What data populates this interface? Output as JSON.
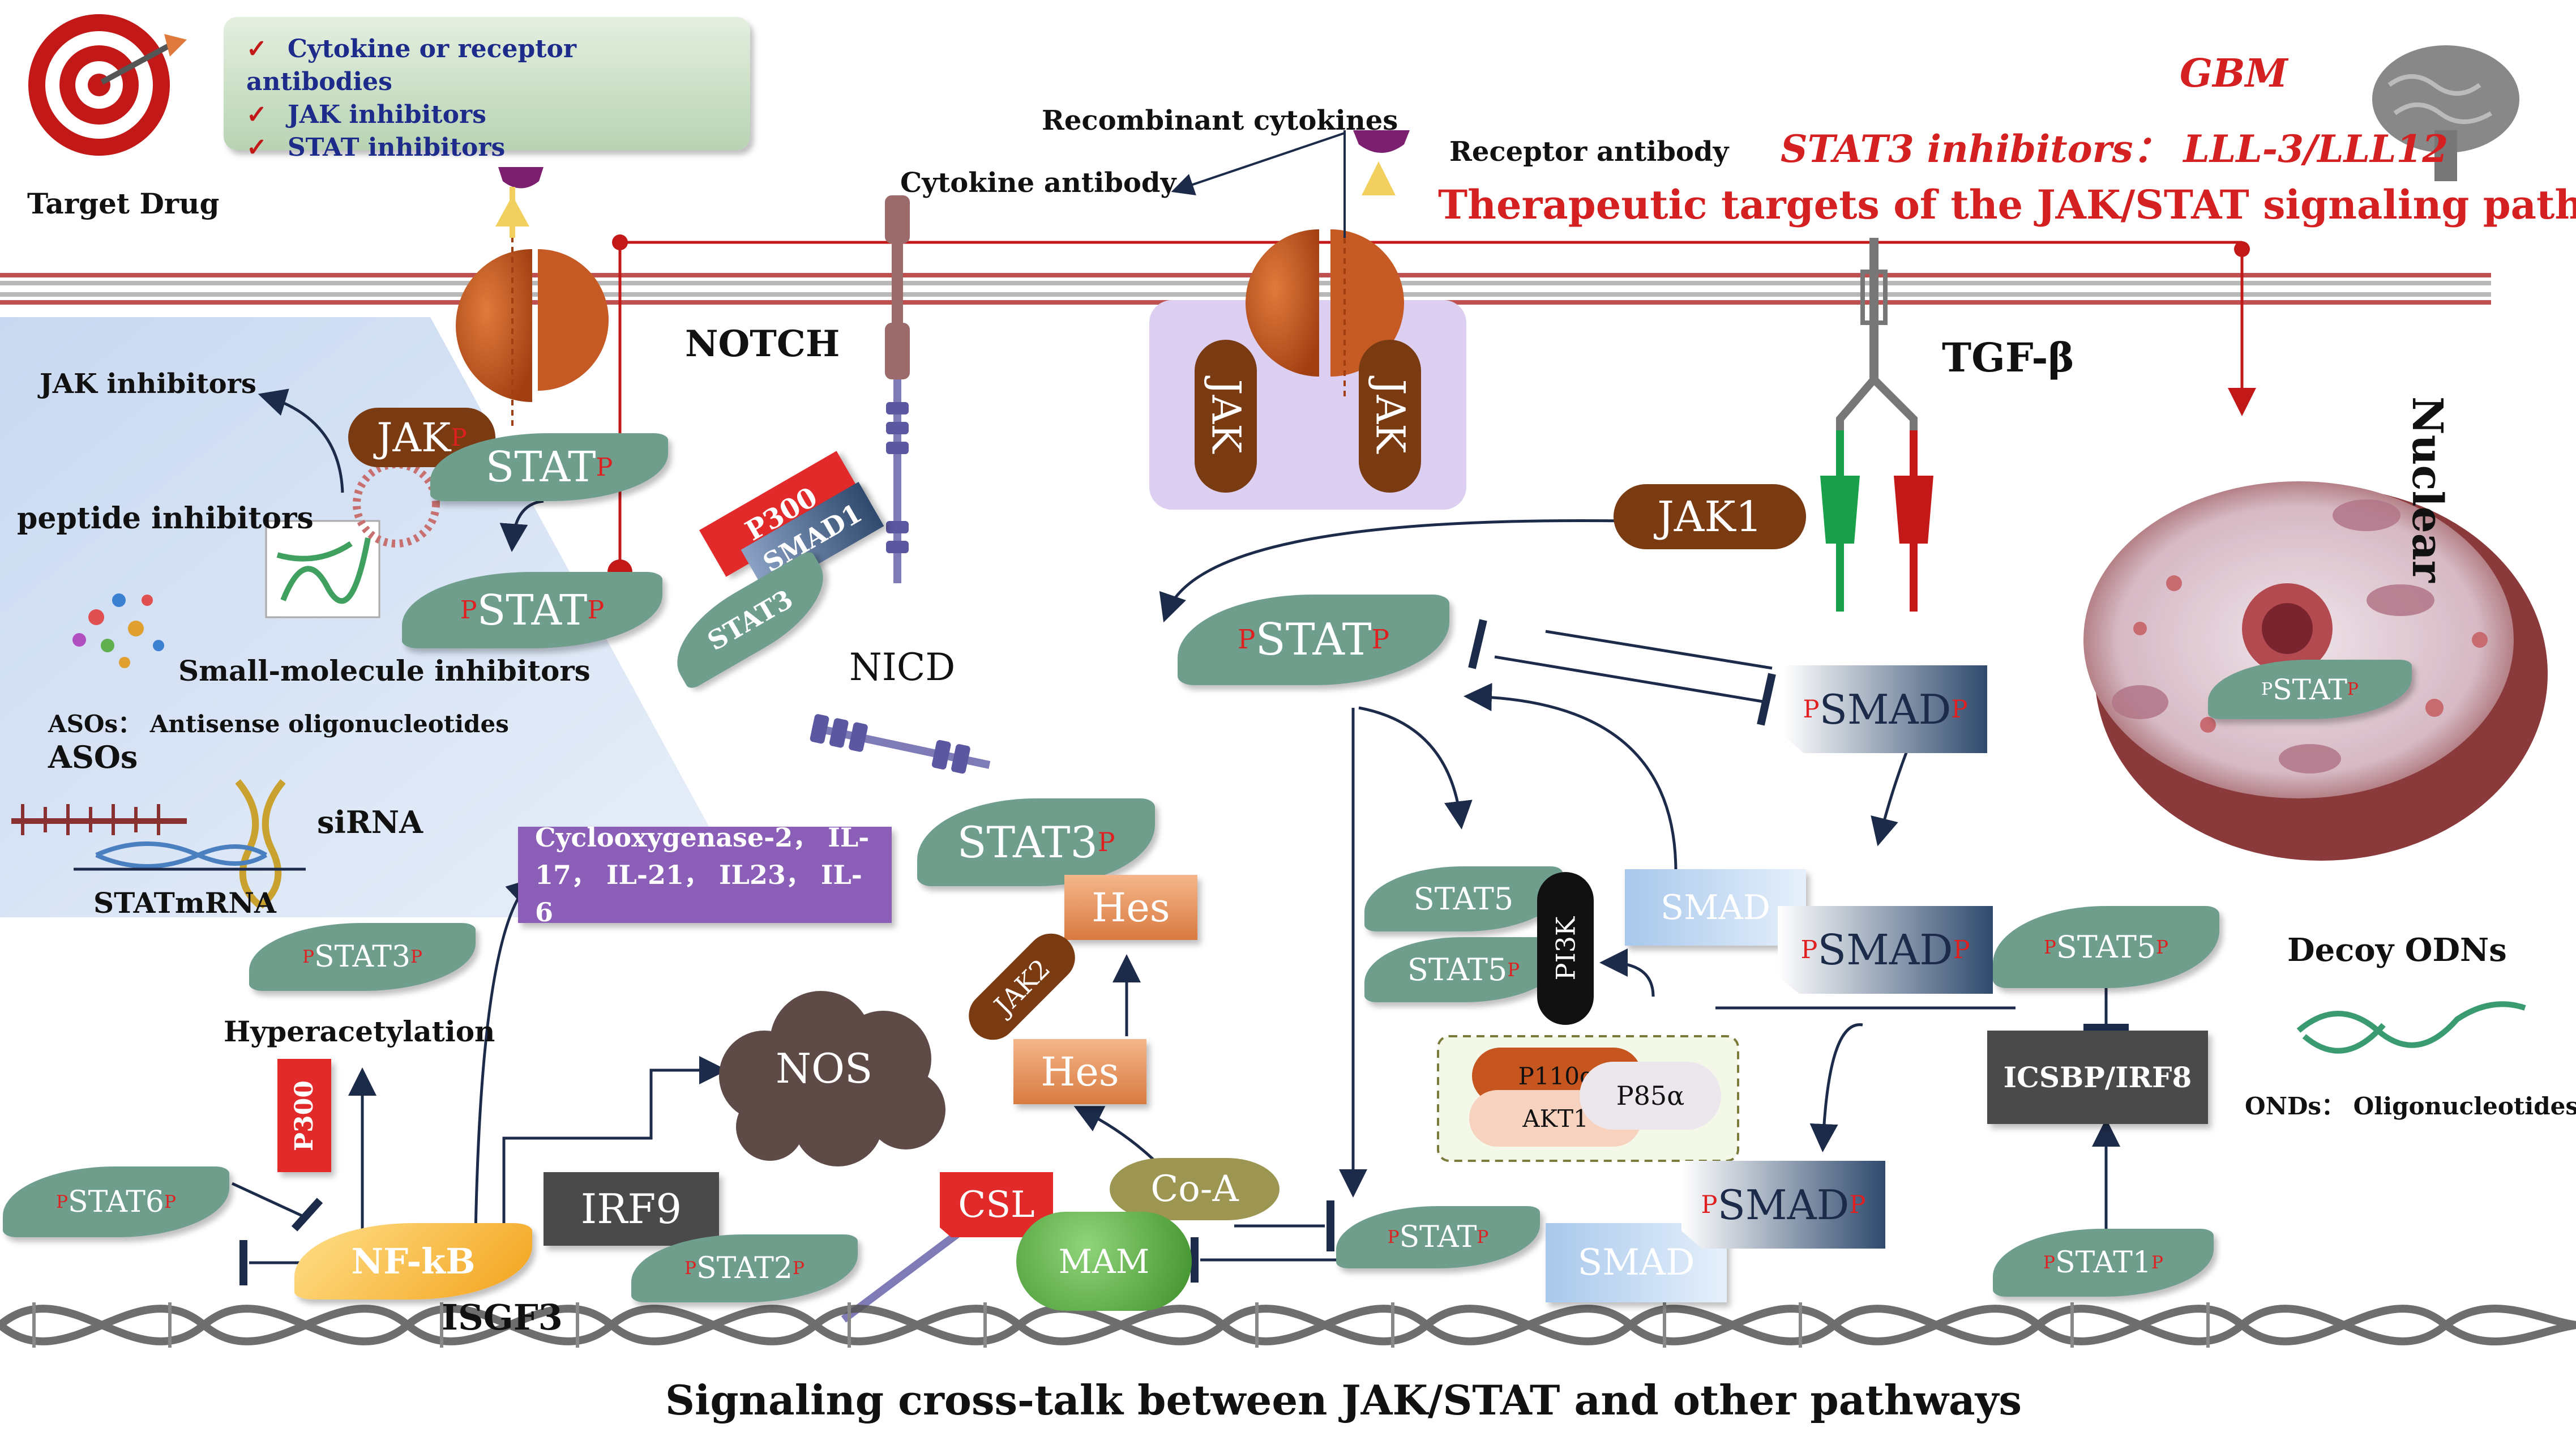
{
  "title": "Therapeutic targets of the JAK/STAT signaling pathway",
  "footer": "Signaling cross-talk between JAK/STAT and other pathways",
  "gbm": {
    "label": "GBM",
    "stat3_inhibitors": "STAT3 inhibitors： LLL-3/LLL12"
  },
  "target_drug": {
    "label": "Target Drug",
    "items": [
      "Cytokine or receptor antibodies",
      "JAK inhibitors",
      "STAT inhibitors"
    ],
    "check": "✓"
  },
  "membrane_labels": {
    "recombinant_cytokines": "Recombinant cytokines",
    "cytokine_antibody": "Cytokine antibody",
    "receptor_antibody": "Receptor antibody",
    "notch": "NOTCH",
    "tgf_beta": "TGF-β",
    "nuclear": "Nuclear",
    "nicd": "NICD"
  },
  "left_panel": {
    "jak_inhibitors": "JAK inhibitors",
    "peptide_inhibitors": "peptide inhibitors",
    "small_molecule": "Small-molecule inhibitors",
    "asos_def": "ASOs： Antisense oligonucleotides",
    "asos": "ASOs",
    "sirna": "siRNA",
    "statmrna": "STATmRNA"
  },
  "nodes": {
    "jak": "JAK",
    "stat": "STAT",
    "p": "P",
    "pstat": "STAT",
    "smad1": "SMAD1",
    "p300": "P300",
    "stat3": "STAT3",
    "jak1": "JAK1",
    "psmad": "SMAD",
    "stat3p": "STAT3",
    "hes": "Hes",
    "jak2": "JAK2",
    "stat5": "STAT5",
    "pi3k": "PI3K",
    "smad": "SMAD",
    "p110a": "P110α",
    "akt1": "AKT1",
    "p85a": "P85α",
    "pstat5": "STAT5",
    "icsbp": "ICSBP/IRF8",
    "pstat1": "STAT1",
    "decoy": "Decoy ODNs",
    "onds": "ONDs： Oligonucleotides",
    "cytokines_box": "Cyclooxygenase-2， IL-17， IL-21， IL23， IL-6",
    "nos": "NOS",
    "pstat3": "STAT3",
    "hyperacetylation": "Hyperacetylation",
    "pstat6": "STAT6",
    "nfkb": "NF-kB",
    "isgf3": "ISGF3",
    "irf9": "IRF9",
    "pstat2": "STAT2",
    "csl": "CSL",
    "coa": "Co-A",
    "mam": "MAM",
    "pstat_bottom": "STAT",
    "smad_bottom": "SMAD",
    "psmad_bottom": "SMAD",
    "nucleus_pstat": "STAT"
  },
  "colors": {
    "title_red": "#d42020",
    "stat_green": "#6f9f8c",
    "jak_brown": "#7a3a12",
    "smad_navy": "#2f4a6e",
    "purple_box": "#8b5fb8",
    "membrane": "#c05050"
  }
}
